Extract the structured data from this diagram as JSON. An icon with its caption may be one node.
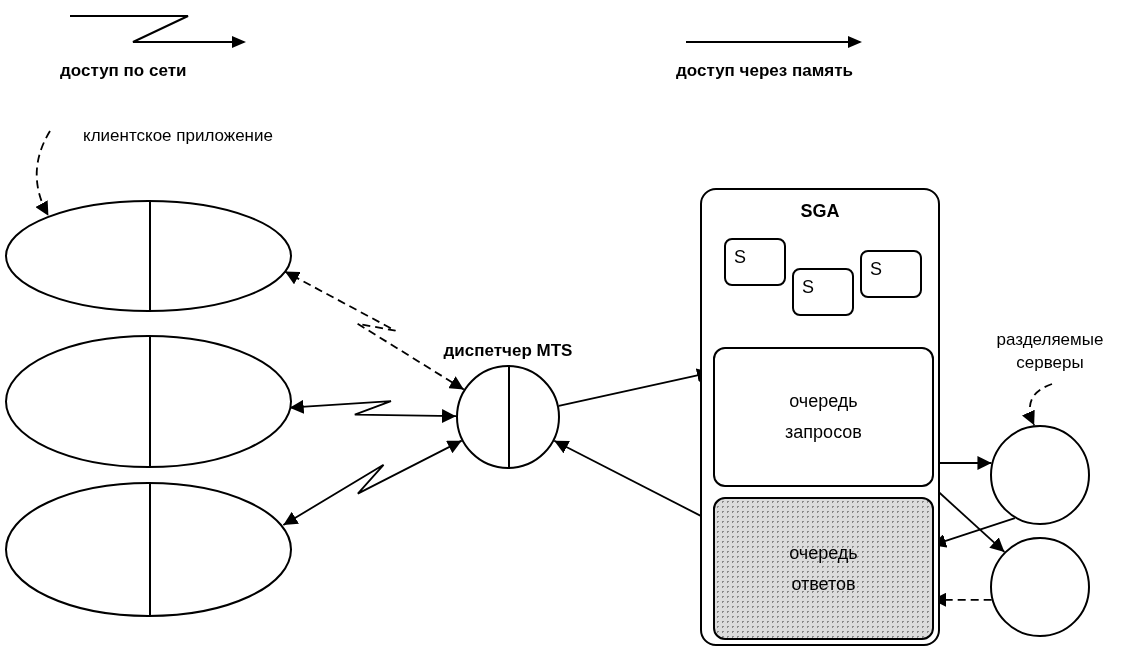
{
  "diagram": {
    "nodes": [
      {
        "text": [
          "клиентское приложение"
        ]
      },
      {
        "text": [],
        "shape": "ellipse"
      },
      {
        "text": [],
        "shape": "ellipse"
      },
      {
        "text": [],
        "shape": "ellipse"
      },
      {
        "text": [
          "диспетчер MTS"
        ]
      },
      {
        "text": [
          "SGA"
        ]
      },
      {
        "text": [
          "S"
        ],
        "in": 5
      },
      {
        "text": [
          "S"
        ],
        "in": 5
      },
      {
        "text": [
          "S"
        ],
        "in": 5
      },
      {
        "text": [
          "очередь запросов"
        ],
        "in": 5
      },
      {
        "text": [
          "очередь ответов"
        ],
        "in": 5
      },
      {
        "text": [
          "разделяемые серверы"
        ]
      },
      {
        "text": [],
        "shape": "circle"
      },
      {
        "text": [],
        "shape": "circle"
      }
    ],
    "edges": [
      {
        "from": 0,
        "to": 1,
        "arrow": "to",
        "style": "dashed"
      },
      {
        "from": 4,
        "to": 1,
        "arrow": "both",
        "style": "dashed"
      },
      {
        "from": 4,
        "to": 2,
        "arrow": "both"
      },
      {
        "from": 4,
        "to": 3,
        "arrow": "both"
      },
      {
        "from": 4,
        "to": 9,
        "arrow": "to"
      },
      {
        "from": 10,
        "to": 4,
        "arrow": "to"
      },
      {
        "from": 9,
        "to": 12,
        "arrow": "to"
      },
      {
        "from": 12,
        "to": 10,
        "arrow": "to"
      },
      {
        "from": 9,
        "to": 13,
        "arrow": "to"
      },
      {
        "from": 13,
        "to": 10,
        "arrow": "to",
        "style": "dashed"
      },
      {
        "from": 11,
        "to": 12,
        "arrow": "to",
        "style": "dashed"
      }
    ],
    "legend": [
      {
        "text": "доступ по сети"
      },
      {
        "text": "доступ через память"
      }
    ]
  }
}
